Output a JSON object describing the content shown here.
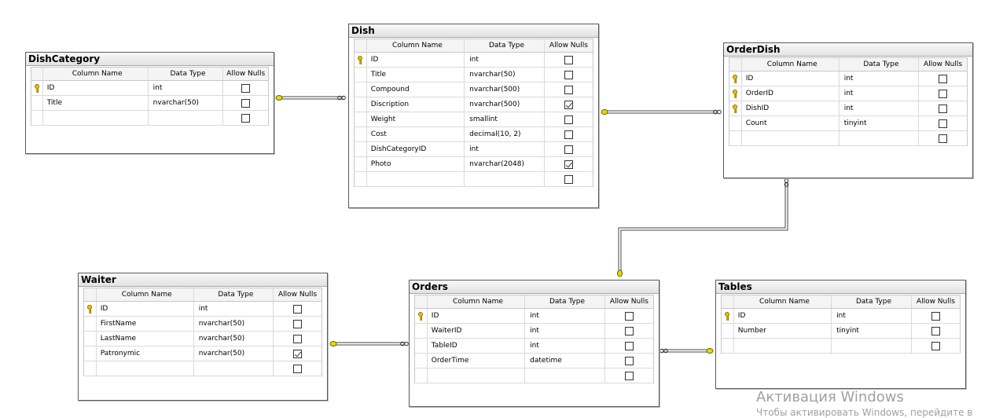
{
  "header": {
    "column_name": "Column Name",
    "data_type": "Data Type",
    "allow_nulls": "Allow Nulls"
  },
  "tables": {
    "dishcategory": {
      "title": "DishCategory",
      "rows": [
        {
          "name": "ID",
          "type": "int",
          "pk": true,
          "nulls": false
        },
        {
          "name": "Title",
          "type": "nvarchar(50)",
          "pk": false,
          "nulls": false
        }
      ]
    },
    "dish": {
      "title": "Dish",
      "rows": [
        {
          "name": "ID",
          "type": "int",
          "pk": true,
          "nulls": false
        },
        {
          "name": "Title",
          "type": "nvarchar(50)",
          "pk": false,
          "nulls": false
        },
        {
          "name": "Compound",
          "type": "nvarchar(500)",
          "pk": false,
          "nulls": false
        },
        {
          "name": "Discription",
          "type": "nvarchar(500)",
          "pk": false,
          "nulls": true
        },
        {
          "name": "Weight",
          "type": "smallint",
          "pk": false,
          "nulls": false
        },
        {
          "name": "Cost",
          "type": "decimal(10, 2)",
          "pk": false,
          "nulls": false
        },
        {
          "name": "DishCategoryID",
          "type": "int",
          "pk": false,
          "nulls": false
        },
        {
          "name": "Photo",
          "type": "nvarchar(2048)",
          "pk": false,
          "nulls": true
        }
      ]
    },
    "orderdish": {
      "title": "OrderDish",
      "rows": [
        {
          "name": "ID",
          "type": "int",
          "pk": true,
          "nulls": false
        },
        {
          "name": "OrderID",
          "type": "int",
          "pk": true,
          "nulls": false
        },
        {
          "name": "DishID",
          "type": "int",
          "pk": true,
          "nulls": false
        },
        {
          "name": "Count",
          "type": "tinyint",
          "pk": false,
          "nulls": false
        }
      ]
    },
    "waiter": {
      "title": "Waiter",
      "rows": [
        {
          "name": "ID",
          "type": "int",
          "pk": true,
          "nulls": false
        },
        {
          "name": "FirstName",
          "type": "nvarchar(50)",
          "pk": false,
          "nulls": false
        },
        {
          "name": "LastName",
          "type": "nvarchar(50)",
          "pk": false,
          "nulls": false
        },
        {
          "name": "Patronymic",
          "type": "nvarchar(50)",
          "pk": false,
          "nulls": true
        }
      ]
    },
    "orders": {
      "title": "Orders",
      "rows": [
        {
          "name": "ID",
          "type": "int",
          "pk": true,
          "nulls": false
        },
        {
          "name": "WaiterID",
          "type": "int",
          "pk": false,
          "nulls": false
        },
        {
          "name": "TableID",
          "type": "int",
          "pk": false,
          "nulls": false
        },
        {
          "name": "OrderTime",
          "type": "datetime",
          "pk": false,
          "nulls": false
        }
      ]
    },
    "tables": {
      "title": "Tables",
      "rows": [
        {
          "name": "ID",
          "type": "int",
          "pk": true,
          "nulls": false
        },
        {
          "name": "Number",
          "type": "tinyint",
          "pk": false,
          "nulls": false
        }
      ]
    }
  },
  "watermark": {
    "line1": "Активация Windows",
    "line2": "Чтобы активировать Windows, перейдите в"
  }
}
